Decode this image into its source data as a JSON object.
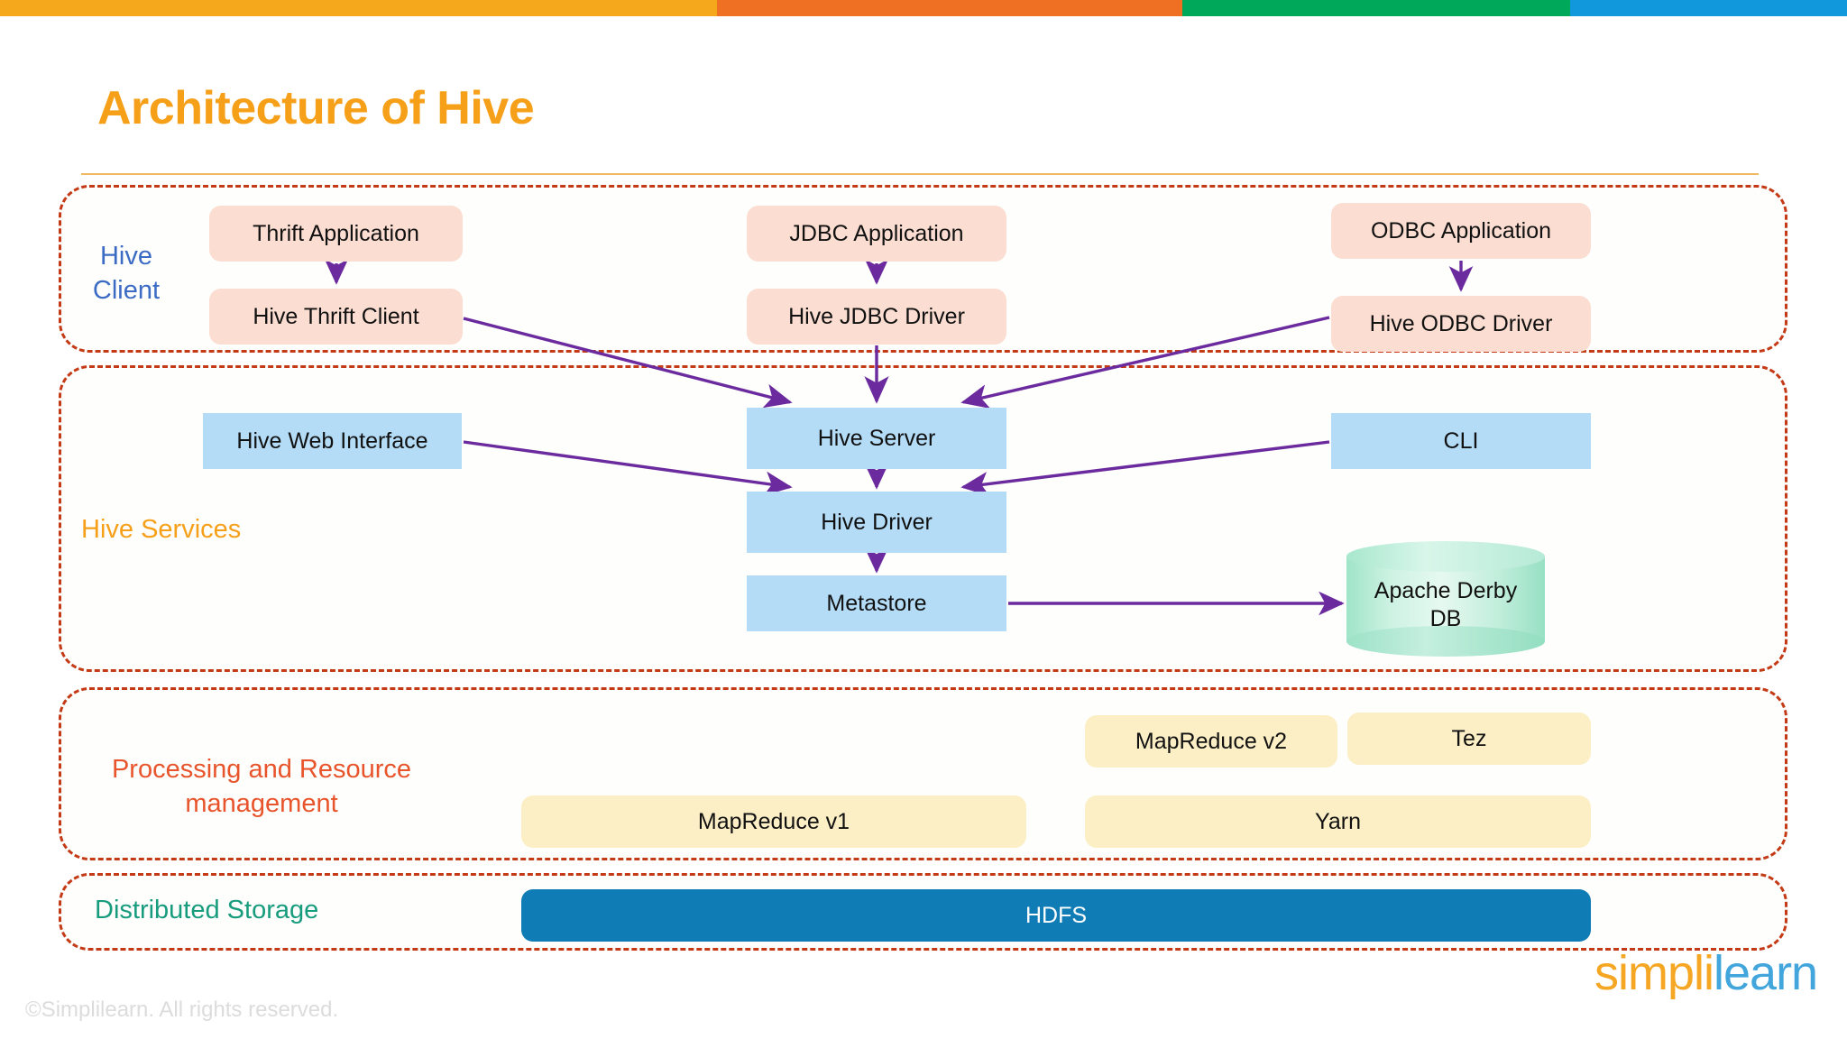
{
  "topbar": {
    "segments": [
      {
        "name": "segment-amber",
        "color": "#F6A81C",
        "width_pct": 38.8
      },
      {
        "name": "segment-orange",
        "color": "#F07023",
        "width_pct": 25.2
      },
      {
        "name": "segment-green",
        "color": "#00A859",
        "width_pct": 21.0
      },
      {
        "name": "segment-blue",
        "color": "#1197DC",
        "width_pct": 15.0
      }
    ]
  },
  "title": "Architecture of Hive",
  "sections": {
    "client": {
      "label": "Hive\nClient",
      "color": "#3C6BC4"
    },
    "services": {
      "label": "Hive Services",
      "color": "#F6A01A"
    },
    "processing": {
      "label": "Processing and Resource\nmanagement",
      "color": "#E8542B"
    },
    "storage": {
      "label": "Distributed Storage",
      "color": "#189C7E"
    }
  },
  "nodes": {
    "thrift_application": "Thrift Application",
    "hive_thrift_client": "Hive Thrift Client",
    "jdbc_application": "JDBC Application",
    "hive_jdbc_driver": "Hive JDBC Driver",
    "odbc_application": "ODBC Application",
    "hive_odbc_driver": "Hive ODBC Driver",
    "hive_web_interface": "Hive Web Interface",
    "hive_server": "Hive Server",
    "hive_driver": "Hive Driver",
    "metastore": "Metastore",
    "cli": "CLI",
    "apache_derby_db": "Apache Derby\nDB",
    "mapreduce_v2": "MapReduce v2",
    "tez": "Tez",
    "mapreduce_v1": "MapReduce v1",
    "yarn": "Yarn",
    "hdfs": "HDFS"
  },
  "colors": {
    "client_box": "#FBDDD1",
    "service_box": "#B4DCF7",
    "processing_box": "#FCEFC6",
    "hdfs_box": "#107CB5",
    "derby_box": "#BFEDDA",
    "dashed_border": "#C43A16",
    "arrow": "#6B2A9E",
    "title": "#F6A01A"
  },
  "footer": {
    "copyright": "©Simplilearn. All rights reserved.",
    "logo_part1": "simpl",
    "logo_bar": "i",
    "logo_part2": "learn"
  }
}
